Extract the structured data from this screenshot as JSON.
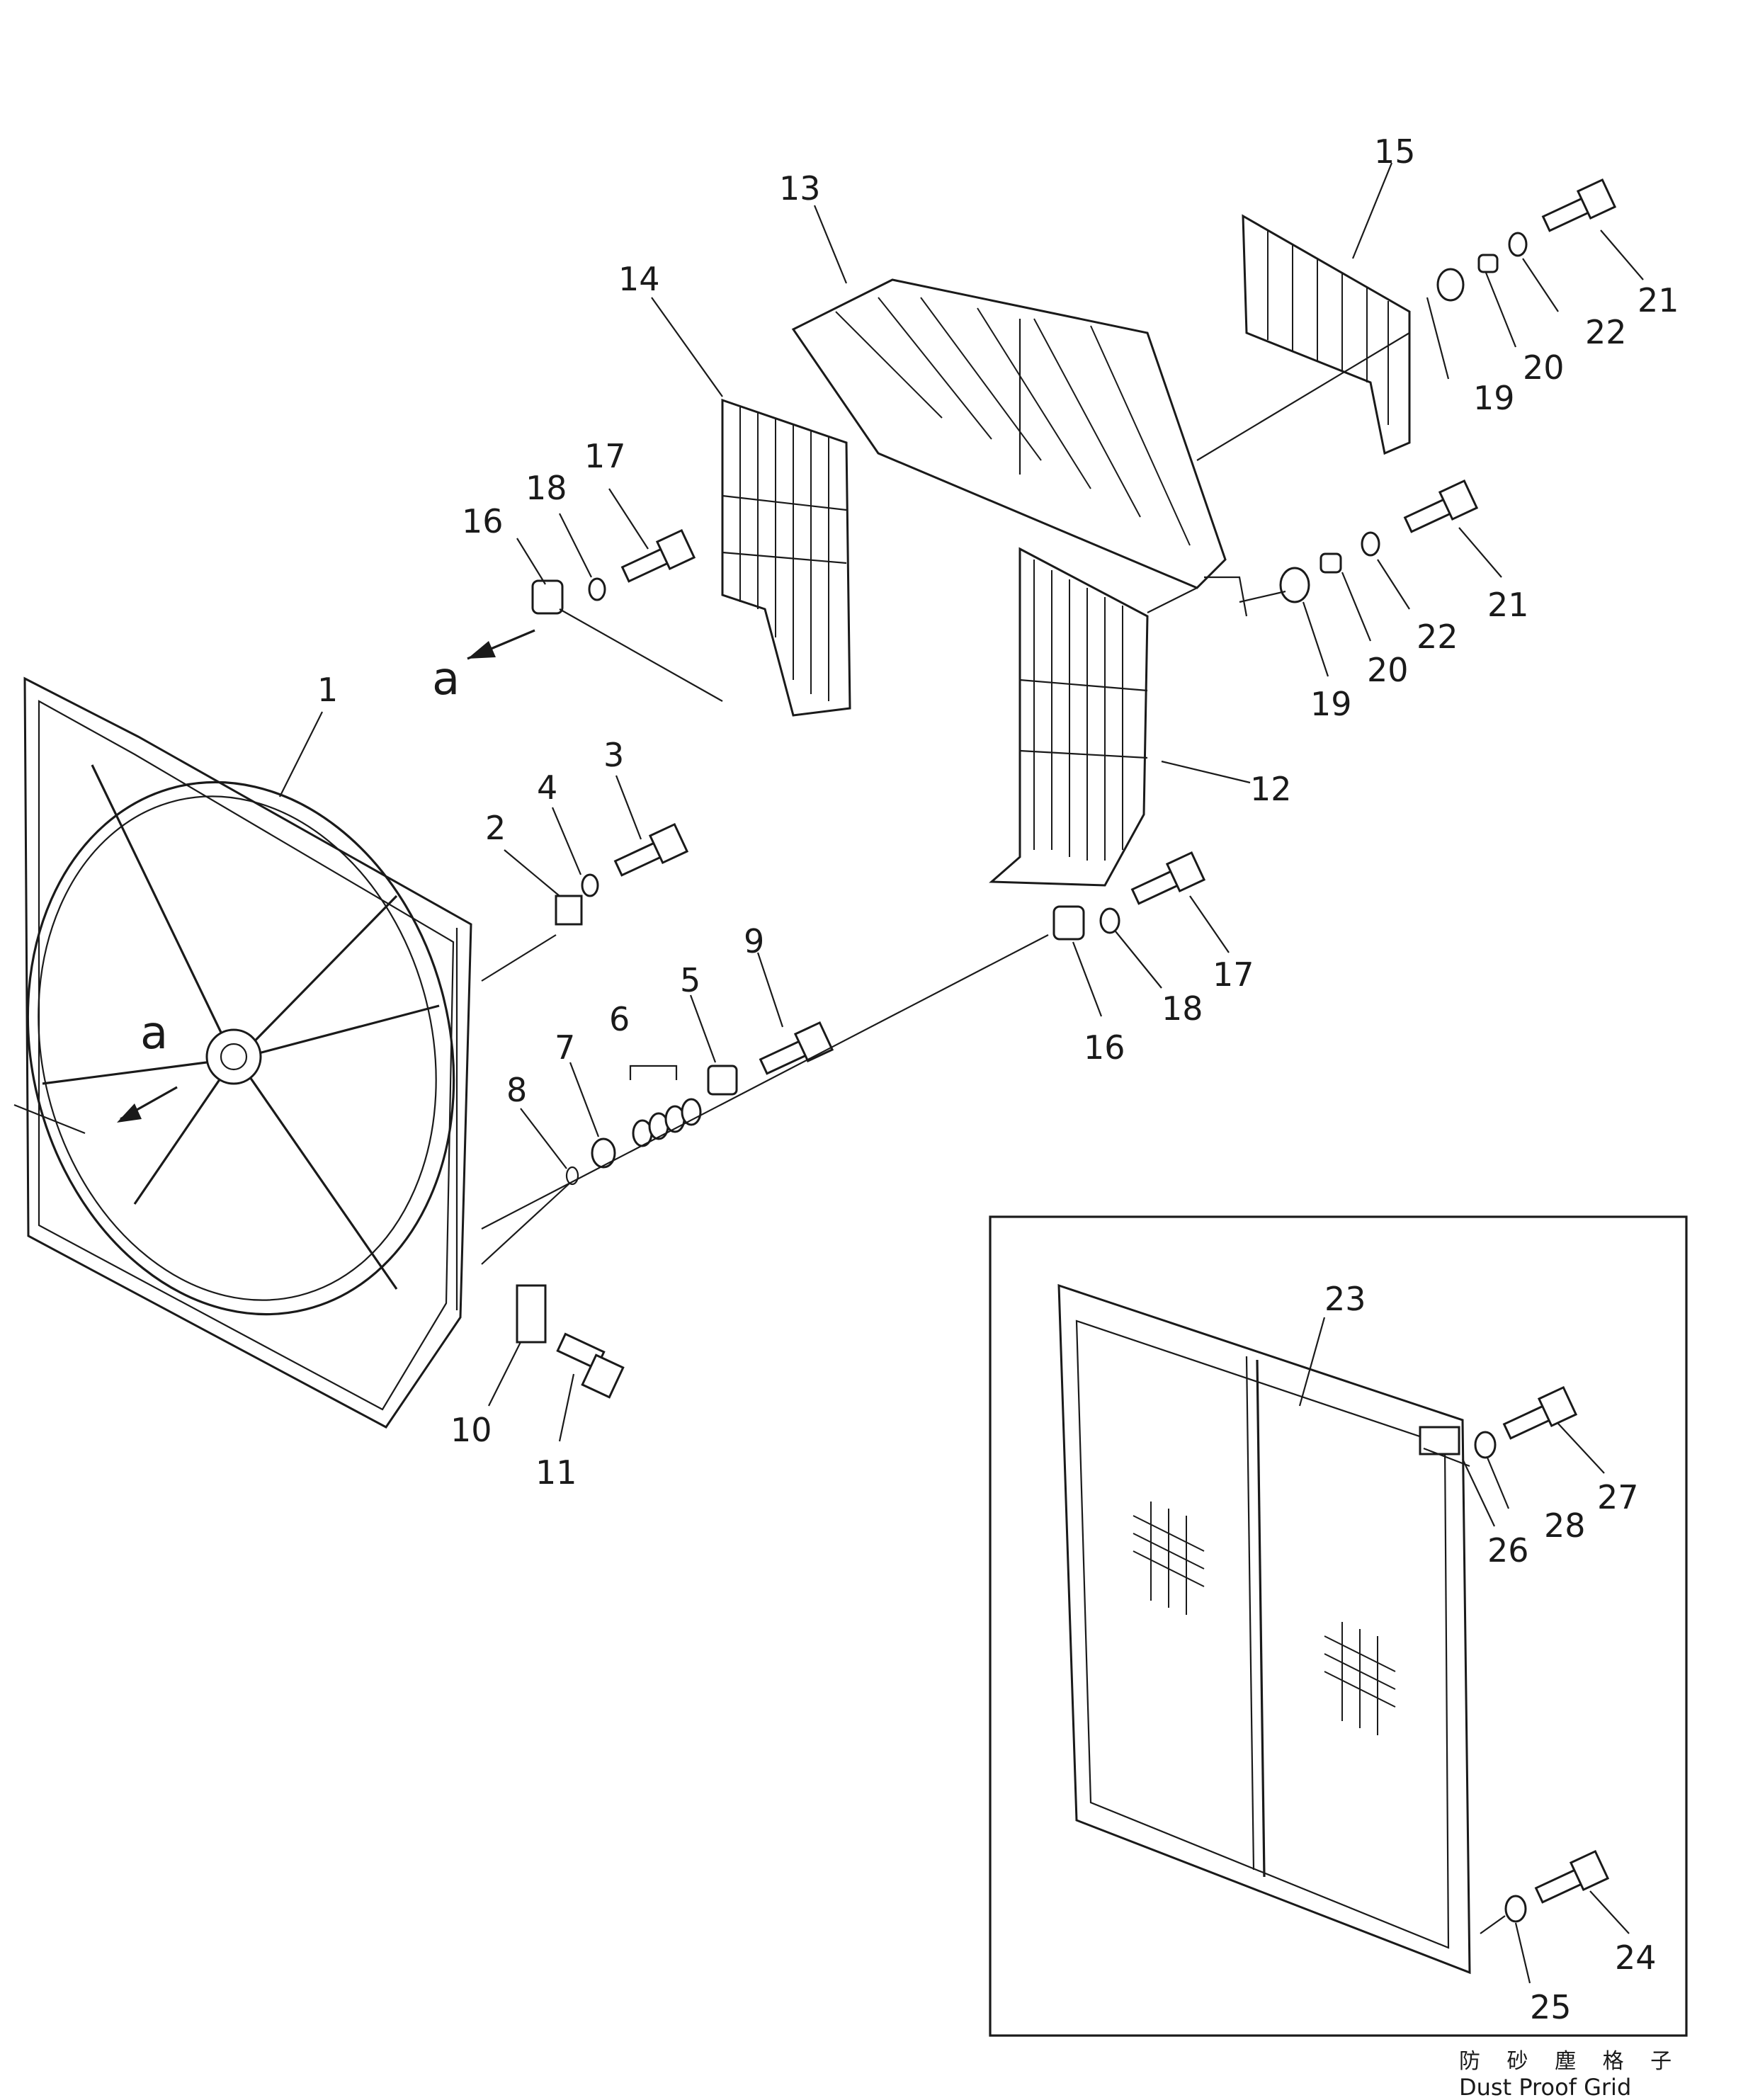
{
  "part_numbers": [
    "1",
    "2",
    "3",
    "4",
    "5",
    "6",
    "7",
    "8",
    "9",
    "10",
    "11",
    "12",
    "13",
    "14",
    "15",
    "16",
    "16",
    "17",
    "17",
    "18",
    "18",
    "19",
    "19",
    "20",
    "20",
    "21",
    "21",
    "22",
    "22",
    "23",
    "24",
    "25",
    "26",
    "27",
    "28"
  ],
  "view_markers": [
    "a",
    "a"
  ],
  "inset_caption": {
    "cjk": "防 砂 塵 格 子",
    "en": "Dust Proof Grid"
  },
  "colors": {
    "ink": "#1a1a1a",
    "paper": "#ffffff"
  }
}
